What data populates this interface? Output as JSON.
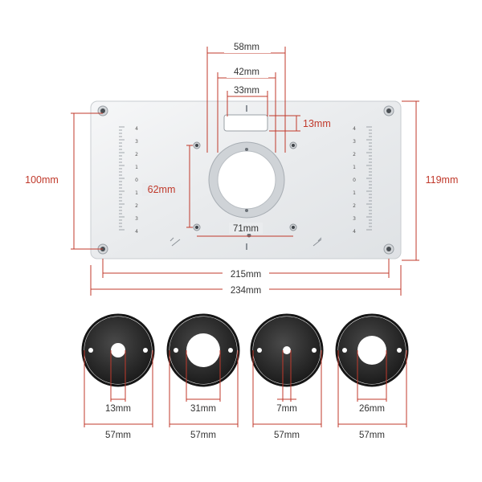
{
  "plate": {
    "dims": {
      "hole_outer": "58mm",
      "hole_mid": "42mm",
      "hole_inner": "33mm",
      "slot_height": "13mm",
      "plate_height_inner": "100mm",
      "hole_spacing_vertical": "62mm",
      "hole_spacing_horizontal": "71mm",
      "plate_height": "119mm",
      "hole_span": "215mm",
      "plate_width": "234mm"
    },
    "scale_labels": [
      "4",
      "3",
      "2",
      "1",
      "0",
      "1",
      "2",
      "3",
      "4"
    ]
  },
  "rings": [
    {
      "inner": "13mm",
      "outer": "57mm"
    },
    {
      "inner": "31mm",
      "outer": "57mm"
    },
    {
      "inner": "7mm",
      "outer": "57mm"
    },
    {
      "inner": "26mm",
      "outer": "57mm"
    }
  ],
  "colors": {
    "dimension_line": "#c0392b",
    "plate_fill": "#eef0f2",
    "ring_fill": "#2b2b2b"
  }
}
